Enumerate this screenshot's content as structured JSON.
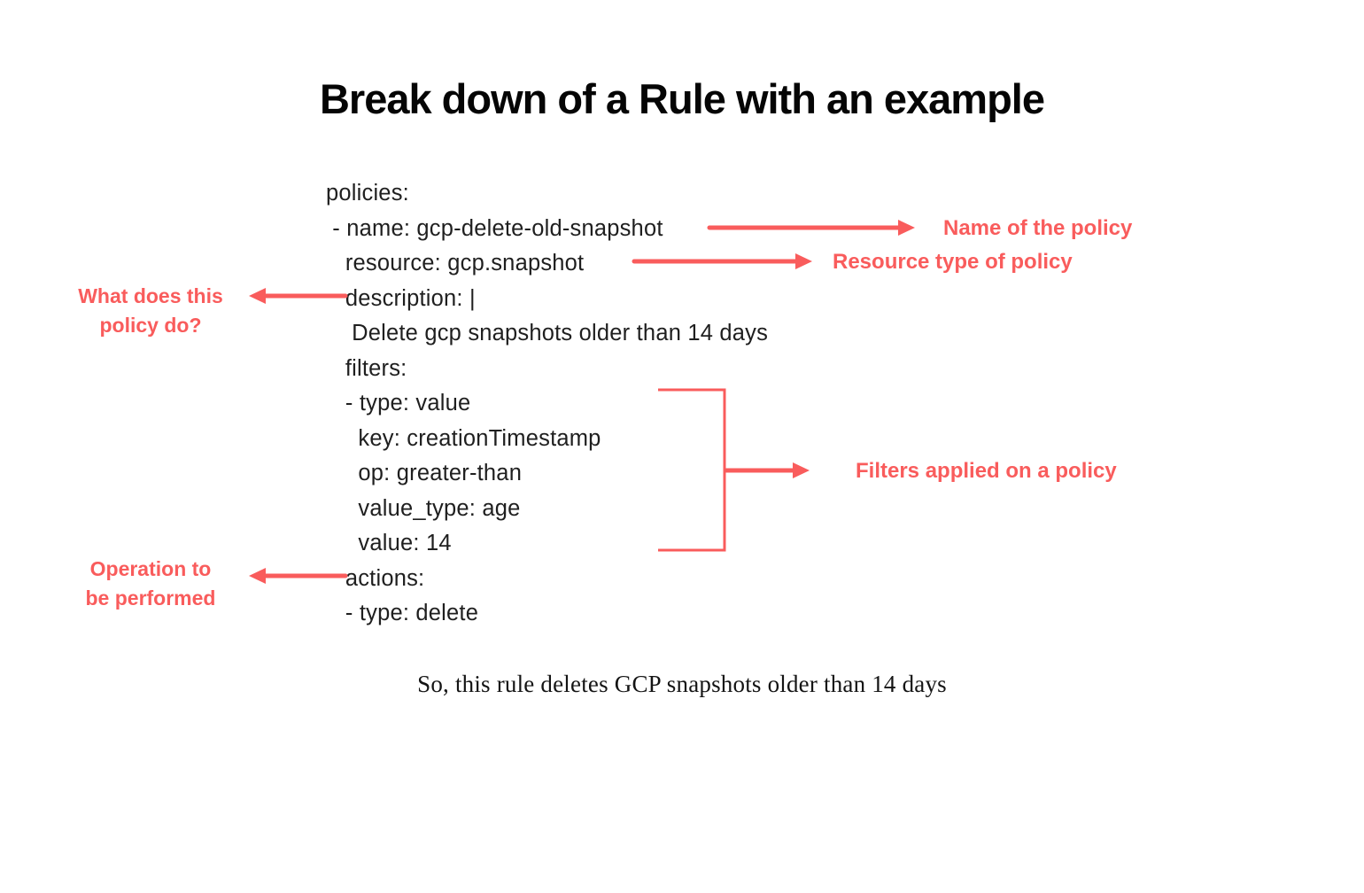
{
  "colors": {
    "accent": "#f95c5c",
    "ink": "#1f1f1f",
    "background": "#ffffff"
  },
  "title": "Break down of a Rule with an example",
  "yaml": {
    "lines": [
      "policies:",
      " - name: gcp-delete-old-snapshot",
      "   resource: gcp.snapshot",
      "   description: |",
      "    Delete gcp snapshots older than 14 days",
      "   filters:",
      "   - type: value",
      "     key: creationTimestamp",
      "     op: greater-than",
      "     value_type: age",
      "     value: 14",
      "   actions:",
      "   - type: delete"
    ]
  },
  "annotations": {
    "name_label": "Name of the policy",
    "resource_label": "Resource type of policy",
    "description_label": "What does this\npolicy do?",
    "filters_label": "Filters applied on a policy",
    "actions_label": "Operation to\nbe performed"
  },
  "footer": "So, this rule deletes GCP snapshots older than 14 days"
}
